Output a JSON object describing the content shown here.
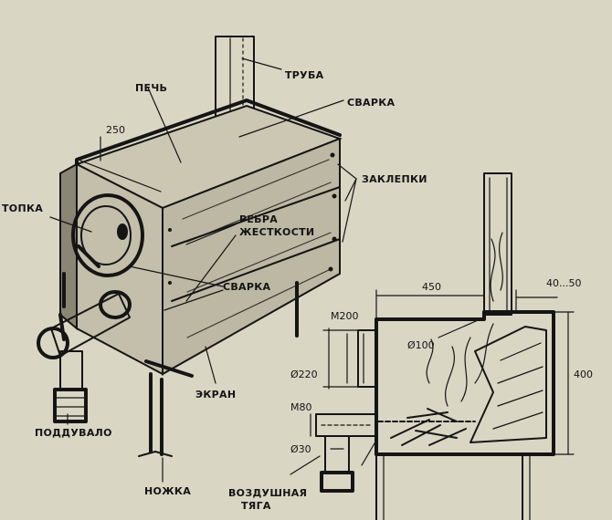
{
  "labels": {
    "pipe": "ТРУБА",
    "stove": "ПЕЧЬ",
    "weld_top": "СВАРКА",
    "rivets": "ЗАКЛЕПКИ",
    "firebox": "ТОПКА",
    "ribs_line1": "РЕБРА",
    "ribs_line2": "ЖЕСТКОСТИ",
    "weld_mid": "СВАРКА",
    "screen": "ЭКРАН",
    "ash_pit": "ПОДДУВАЛО",
    "leg": "НОЖКА",
    "air_line1": "ВОЗДУШНАЯ",
    "air_line2": "ТЯГА"
  },
  "dimensions": {
    "width_top": "250",
    "length": "450",
    "offset": "40...50",
    "door_size": "M200",
    "pipe_diameter": "Ø100",
    "door_diameter": "Ø220",
    "height": "400",
    "ash_size": "M80",
    "air_diameter": "Ø30"
  },
  "colors": {
    "paper": "#d9d6c4",
    "ink": "#151515"
  }
}
